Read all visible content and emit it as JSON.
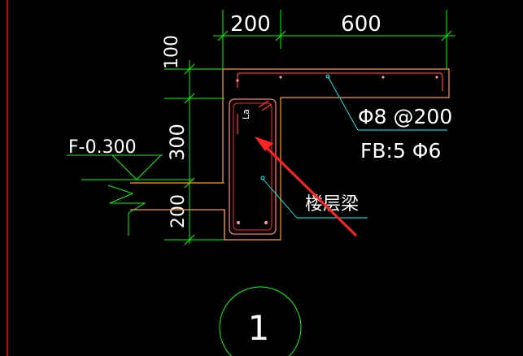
{
  "drawing": {
    "colors": {
      "background": "#000000",
      "dimension": "#00ff00",
      "outline": "#ff9933",
      "rebar": "#ff3333",
      "leader": "#00ffff",
      "arrow": "#ff2222",
      "text": "#ffffff",
      "border": "#cc0000"
    },
    "dimensions": {
      "top_left": "200",
      "top_right": "600",
      "left_top": "100",
      "left_middle": "300",
      "left_bottom": "200"
    },
    "labels": {
      "elevation": "F-0.300",
      "stirrup": "Φ8 @200",
      "bottom_rebar": "FB:5 Φ6",
      "beam_name": "楼层梁",
      "section_mark": "La",
      "detail_number": "1"
    }
  }
}
